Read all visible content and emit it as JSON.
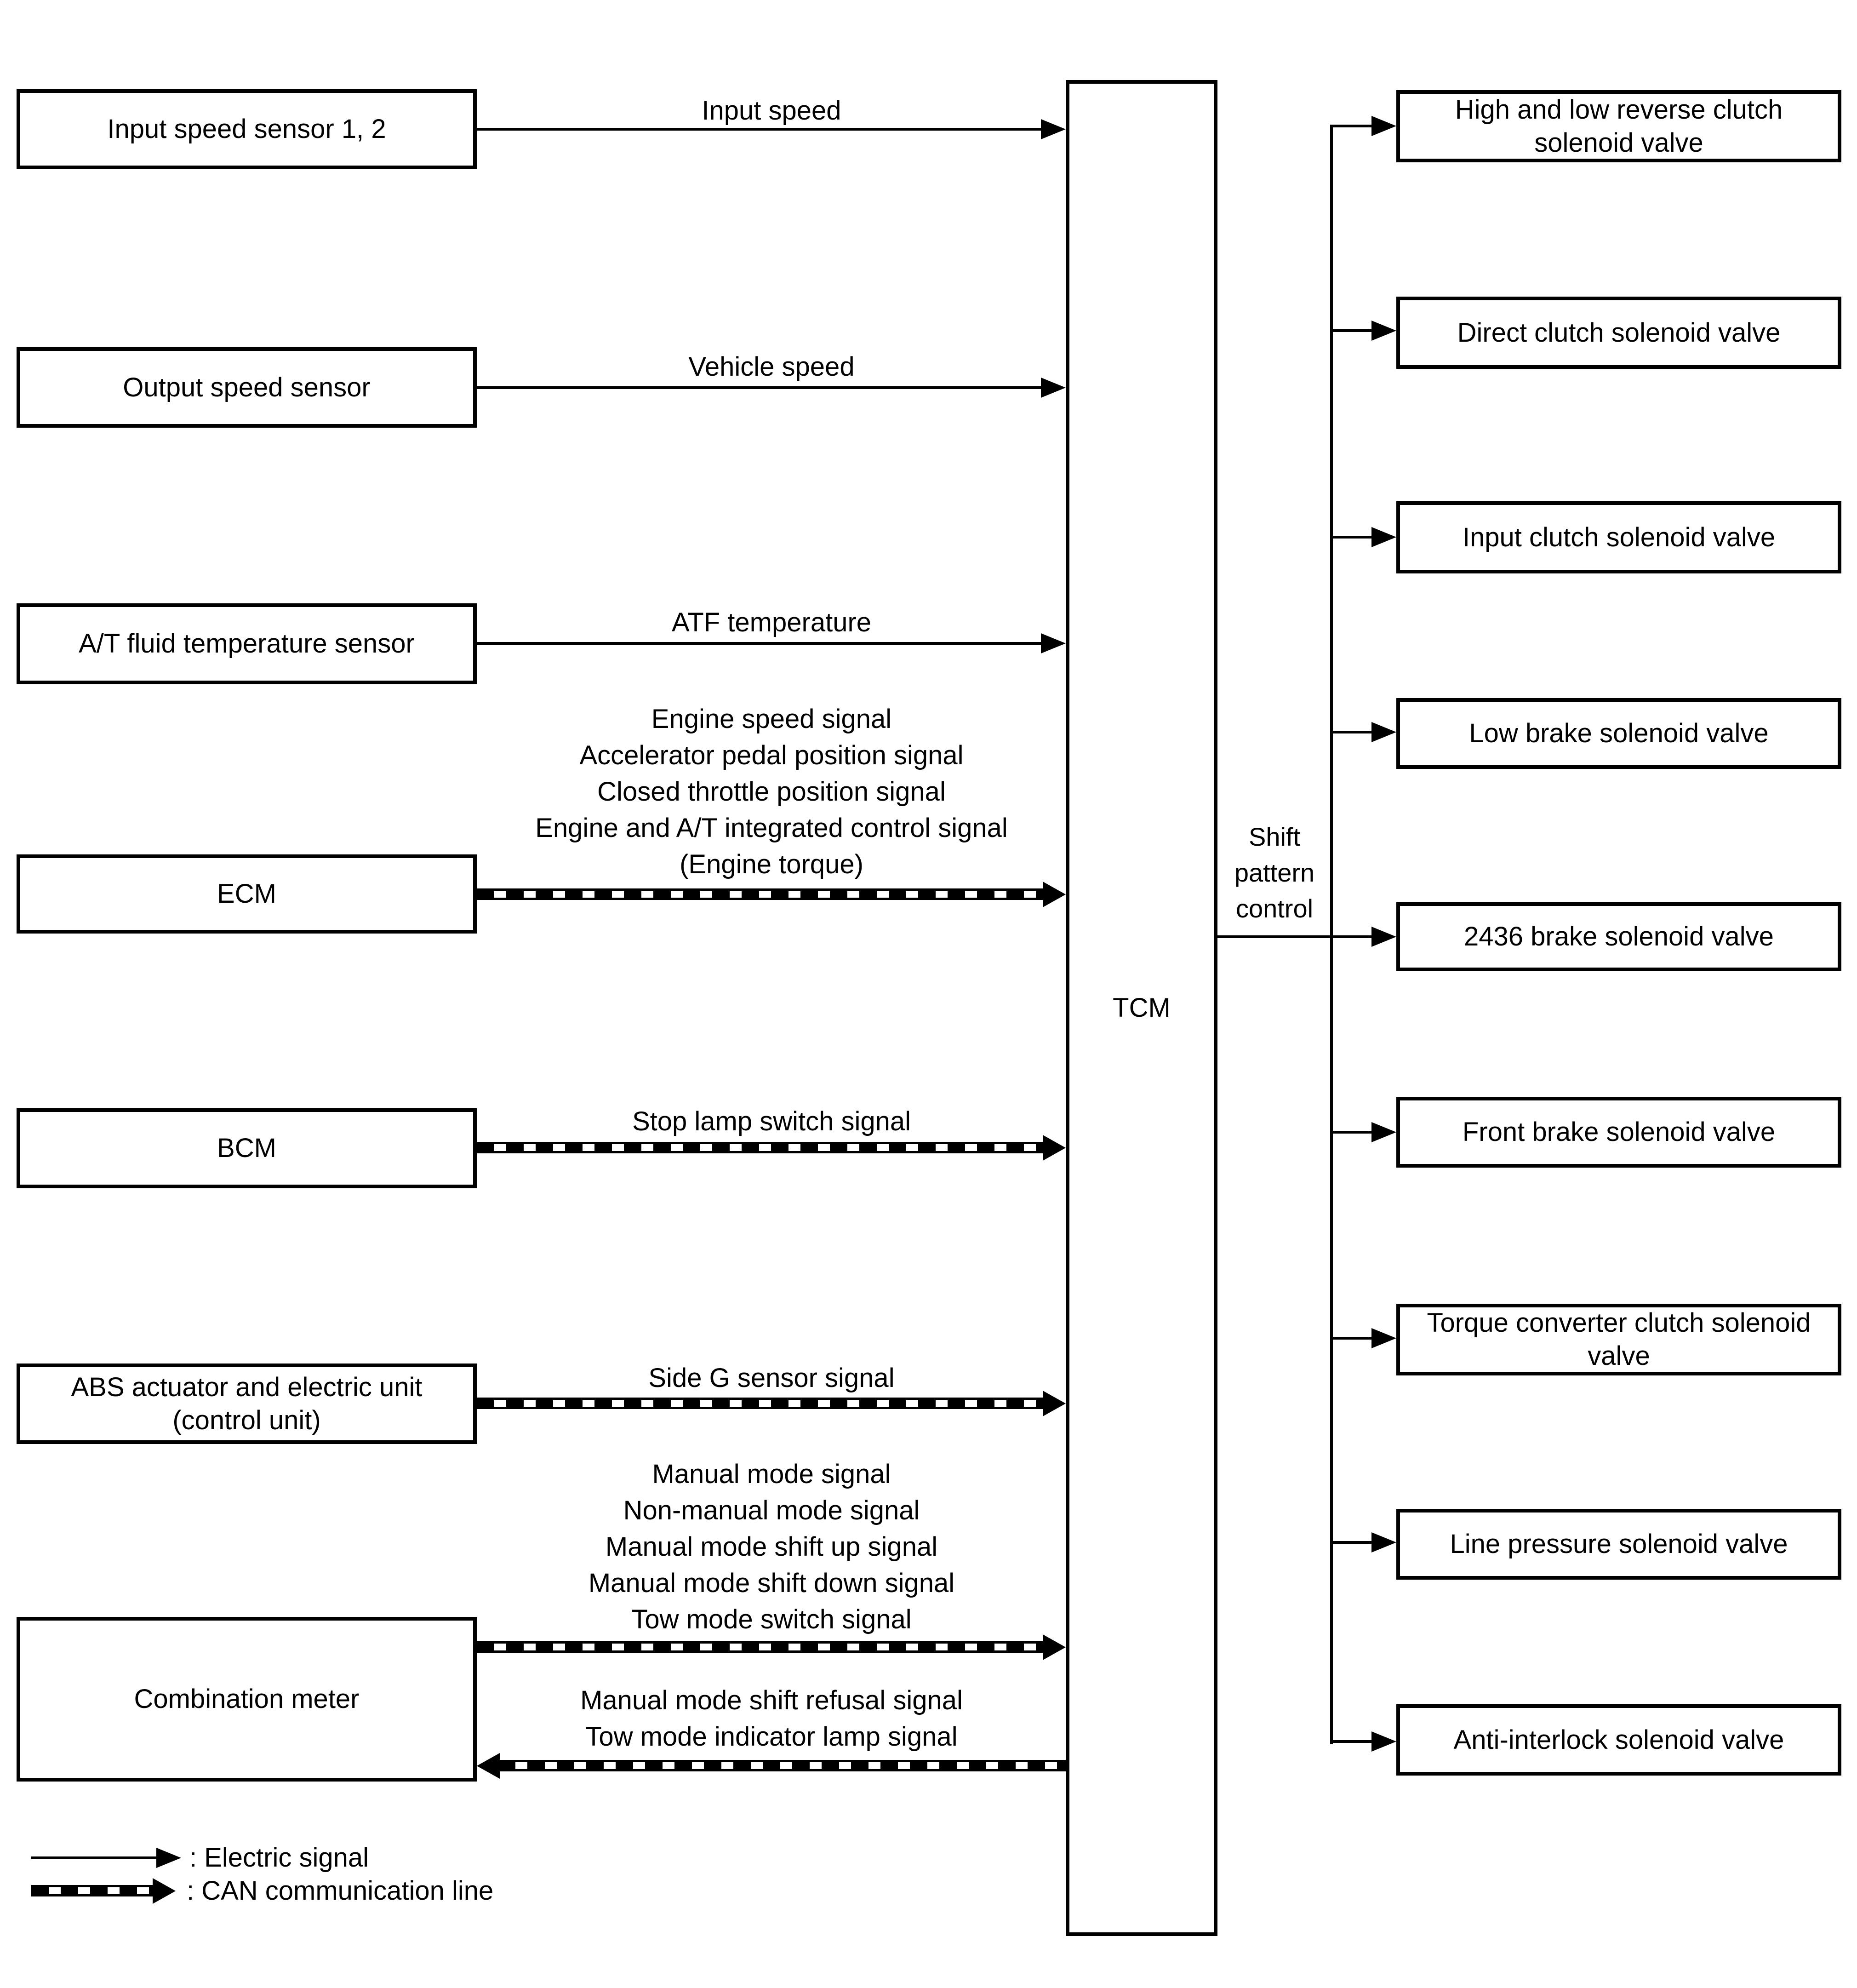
{
  "colors": {
    "ink": "#000000",
    "paper": "#ffffff"
  },
  "tcm": {
    "label": "TCM"
  },
  "shift_pattern": {
    "label": "Shift pattern control",
    "lines": [
      "Shift",
      "pattern",
      "control"
    ]
  },
  "inputs": [
    {
      "label": "Input speed sensor 1, 2"
    },
    {
      "label": "Output speed sensor"
    },
    {
      "label": "A/T fluid temperature sensor"
    },
    {
      "label": "ECM"
    },
    {
      "label": "BCM"
    },
    {
      "label": "ABS actuator and electric unit",
      "label_line2": "(control unit)"
    },
    {
      "label": "Combination meter"
    }
  ],
  "signals": {
    "input_speed": "Input speed",
    "vehicle_speed": "Vehicle speed",
    "atf_temperature": "ATF temperature",
    "ecm": [
      "Engine speed signal",
      "Accelerator pedal position signal",
      "Closed throttle position signal",
      "Engine and A/T integrated control signal",
      "(Engine torque)"
    ],
    "bcm": "Stop lamp switch signal",
    "abs": "Side G sensor signal",
    "combination_to_tcm": [
      "Manual mode signal",
      "Non-manual mode signal",
      "Manual mode shift up signal",
      "Manual mode shift down signal",
      "Tow mode switch signal"
    ],
    "tcm_to_combination": [
      "Manual mode shift refusal signal",
      "Tow mode indicator lamp signal"
    ]
  },
  "outputs": [
    "High and low reverse clutch solenoid valve",
    "Direct clutch solenoid valve",
    "Input clutch solenoid valve",
    "Low brake solenoid valve",
    "2436 brake solenoid valve",
    "Front brake solenoid valve",
    "Torque converter clutch solenoid valve",
    "Line pressure solenoid valve",
    "Anti-interlock solenoid valve"
  ],
  "legend": {
    "electric": ": Electric signal",
    "can": ": CAN communication line"
  }
}
